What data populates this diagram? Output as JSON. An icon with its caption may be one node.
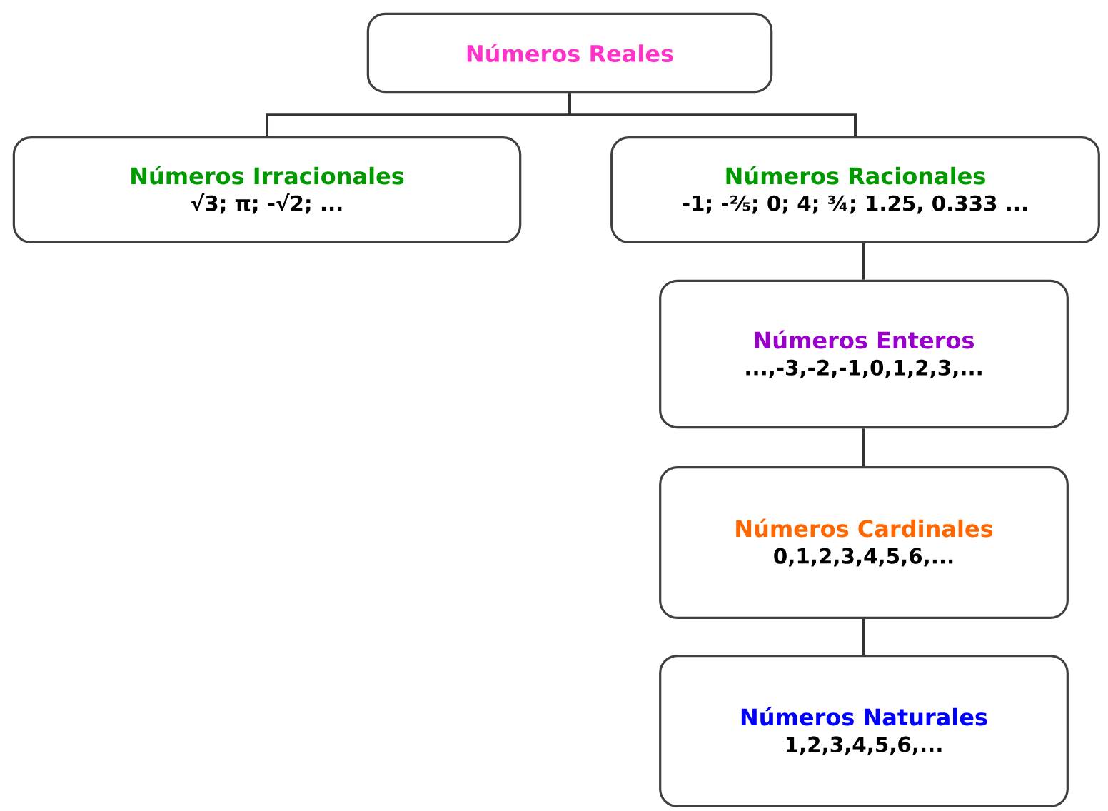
{
  "diagram": {
    "nodes": [
      {
        "text": [
          "Números Reales"
        ]
      },
      {
        "text": [
          "Números Irracionales",
          "√3; π; -√2; ..."
        ]
      },
      {
        "text": [
          "Números Racionales",
          "-1; -⅖; 0; 4; ¾; 1.25, 0.333 ..."
        ]
      },
      {
        "text": [
          "Números Enteros",
          "...,-3,-2,-1,0,1,2,3,..."
        ]
      },
      {
        "text": [
          "Números Cardinales",
          "0,1,2,3,4,5,6,..."
        ]
      },
      {
        "text": [
          "Números Naturales",
          "1,2,3,4,5,6,..."
        ]
      }
    ],
    "edges": [
      {
        "from": 0,
        "to": 1,
        "arrow": "none"
      },
      {
        "from": 0,
        "to": 2,
        "arrow": "none"
      },
      {
        "from": 2,
        "to": 3,
        "arrow": "none"
      },
      {
        "from": 3,
        "to": 4,
        "arrow": "none"
      },
      {
        "from": 4,
        "to": 5,
        "arrow": "none"
      }
    ]
  }
}
